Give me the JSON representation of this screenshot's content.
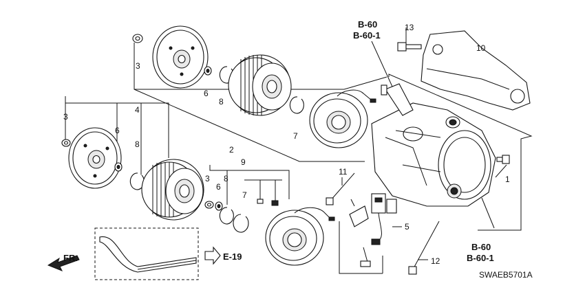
{
  "diagram_code": "SWAEB5701A",
  "direction": {
    "label": "FR."
  },
  "cross_refs": {
    "top": [
      "B-60",
      "B-60-1"
    ],
    "bottom": [
      "B-60",
      "B-60-1"
    ],
    "belt": "E-19"
  },
  "callouts": {
    "c1": "1",
    "c2": "2",
    "c3a": "3",
    "c3b": "3",
    "c3c": "3",
    "c4": "4",
    "c5": "5",
    "c6a": "6",
    "c6b": "6",
    "c6c": "6",
    "c7a": "7",
    "c7b": "7",
    "c8a": "8",
    "c8b": "8",
    "c8c": "8",
    "c9": "9",
    "c10": "10",
    "c11": "11",
    "c12": "12",
    "c13": "13"
  }
}
